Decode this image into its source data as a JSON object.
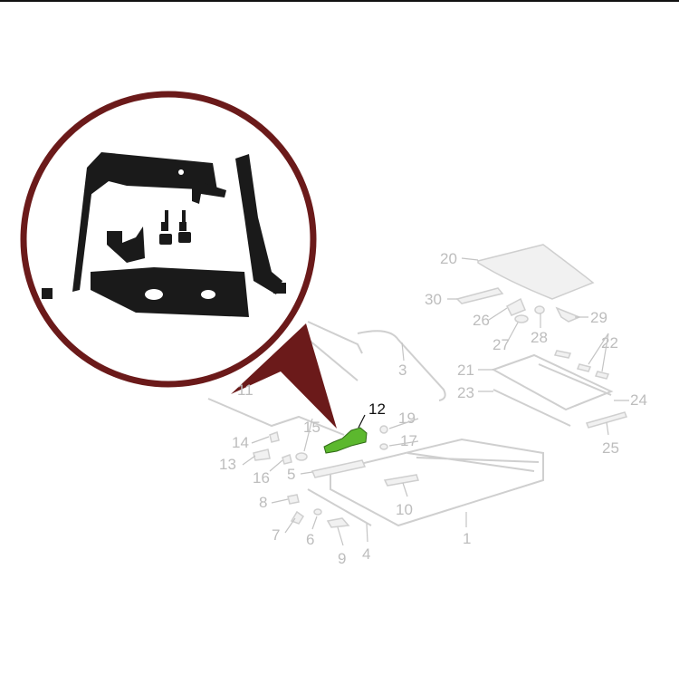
{
  "diagram": {
    "highlighted_part": "12",
    "colors": {
      "ring": "#6b1a1a",
      "highlight": "#5cb82e",
      "part_lines": "#cfcfcf",
      "labels": "#bdbdbd"
    },
    "labels": [
      "20",
      "30",
      "26",
      "29",
      "27",
      "28",
      "22",
      "21",
      "23",
      "24",
      "25",
      "3",
      "11",
      "12",
      "19",
      "15",
      "17",
      "14",
      "13",
      "16",
      "5",
      "8",
      "10",
      "1",
      "7",
      "6",
      "9",
      "4"
    ]
  }
}
